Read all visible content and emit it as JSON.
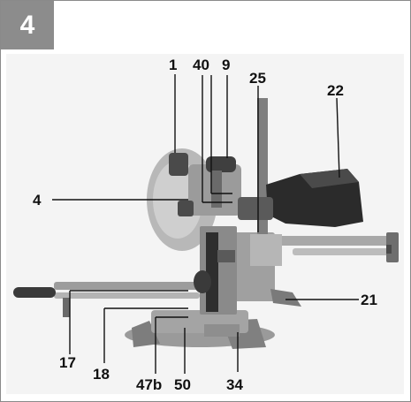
{
  "figure": {
    "number": "4"
  },
  "callouts": [
    {
      "id": "c1",
      "text": "1"
    },
    {
      "id": "c40",
      "text": "40"
    },
    {
      "id": "c9",
      "text": "9"
    },
    {
      "id": "c25",
      "text": "25"
    },
    {
      "id": "c22",
      "text": "22"
    },
    {
      "id": "c4",
      "text": "4"
    },
    {
      "id": "c21",
      "text": "21"
    },
    {
      "id": "c17",
      "text": "17"
    },
    {
      "id": "c18",
      "text": "18"
    },
    {
      "id": "c47b",
      "text": "47b"
    },
    {
      "id": "c50",
      "text": "50"
    },
    {
      "id": "c34",
      "text": "34"
    }
  ]
}
